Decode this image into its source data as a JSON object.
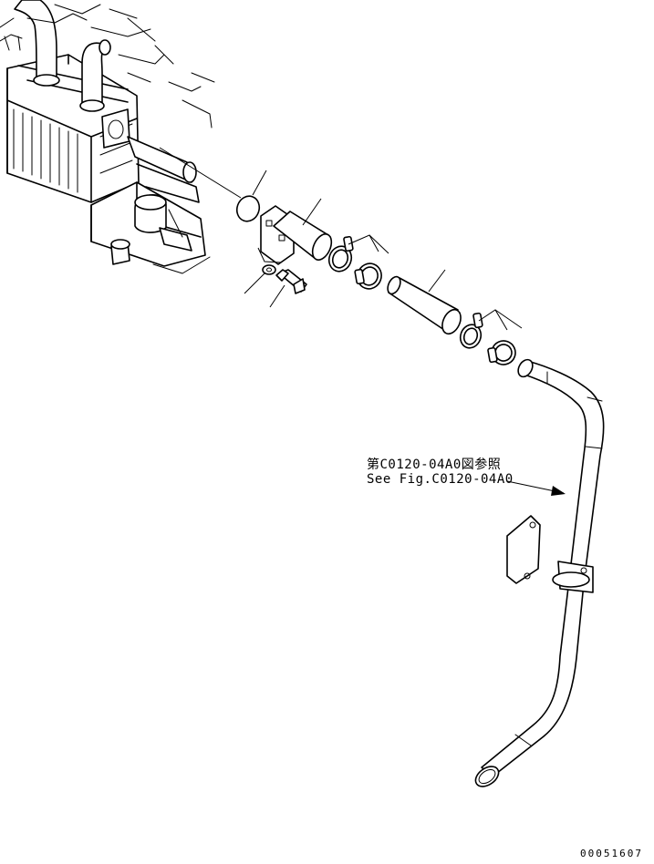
{
  "reference_note": {
    "japanese": "第C0120-04A0図参照",
    "english": "See Fig.C0120-04A0"
  },
  "drawing_number": "00051607"
}
